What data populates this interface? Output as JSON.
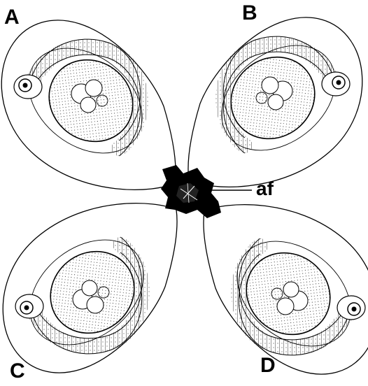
{
  "labels": {
    "a": "A",
    "b": "B",
    "c": "C",
    "d": "D",
    "af": "af"
  },
  "colors": {
    "ink": "#000000",
    "background": "#ffffff"
  }
}
